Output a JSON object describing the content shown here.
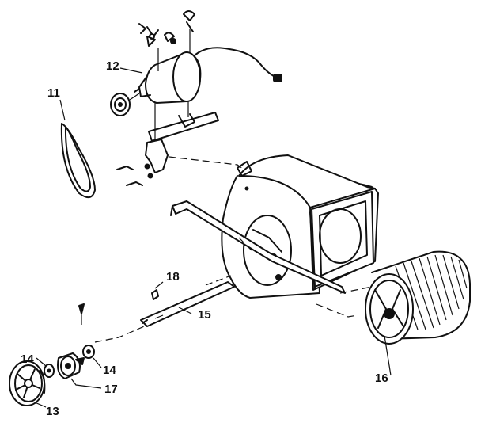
{
  "labels": {
    "p11": "11",
    "p12": "12",
    "p13": "13",
    "p14a": "14",
    "p14b": "14",
    "p15": "15",
    "p16": "16",
    "p17": "17",
    "p18": "18"
  },
  "parts": [
    {
      "id": "11",
      "name": "belt"
    },
    {
      "id": "12",
      "name": "motor"
    },
    {
      "id": "13",
      "name": "pulley"
    },
    {
      "id": "14",
      "name": "collar"
    },
    {
      "id": "15",
      "name": "shaft"
    },
    {
      "id": "16",
      "name": "blower-wheel"
    },
    {
      "id": "17",
      "name": "bearing"
    },
    {
      "id": "18",
      "name": "key"
    }
  ]
}
